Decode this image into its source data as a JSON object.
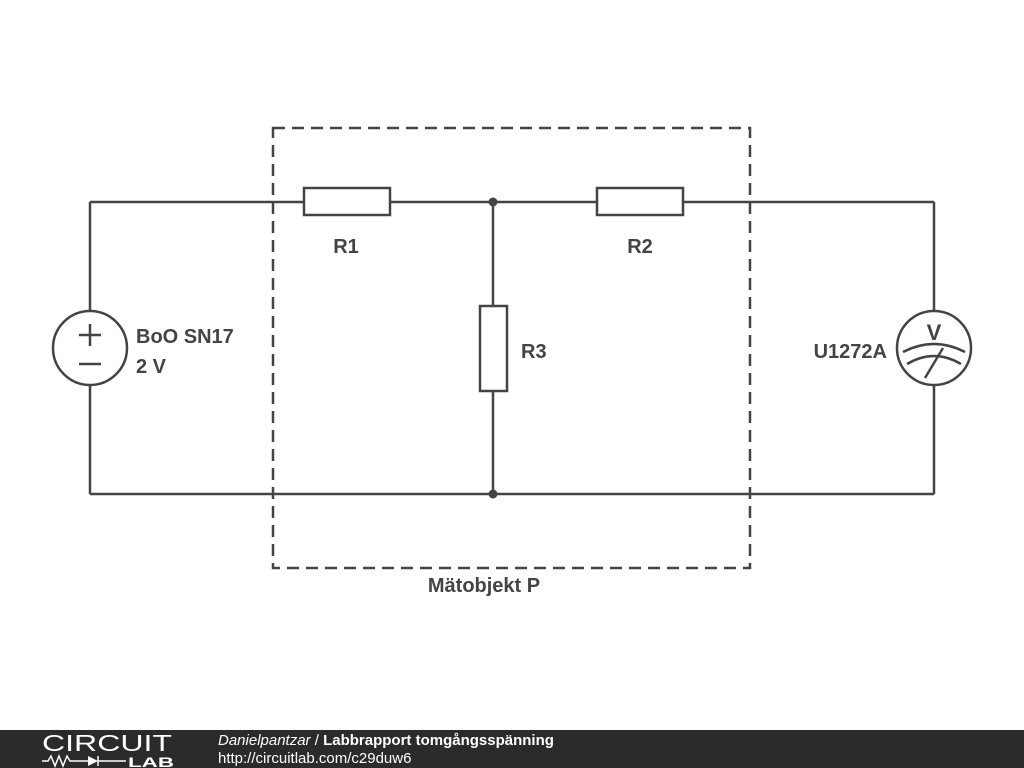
{
  "diagram": {
    "components": {
      "r1": "R1",
      "r2": "R2",
      "r3": "R3",
      "source_name": "BoO SN17",
      "source_value": "2 V",
      "meter_name": "U1272A",
      "meter_symbol": "V"
    },
    "enclosure_label": "Mätobjekt P"
  },
  "footer": {
    "logo_top": "CIRCUIT",
    "logo_bottom": "LAB",
    "author": "Danielpantzar",
    "separator": " / ",
    "title": "Labbrapport tomgångsspänning",
    "url": "http://circuitlab.com/c29duw6"
  },
  "colors": {
    "stroke": "#444444",
    "footer_bg": "#2b2b2b",
    "footer_text": "#ffffff"
  }
}
